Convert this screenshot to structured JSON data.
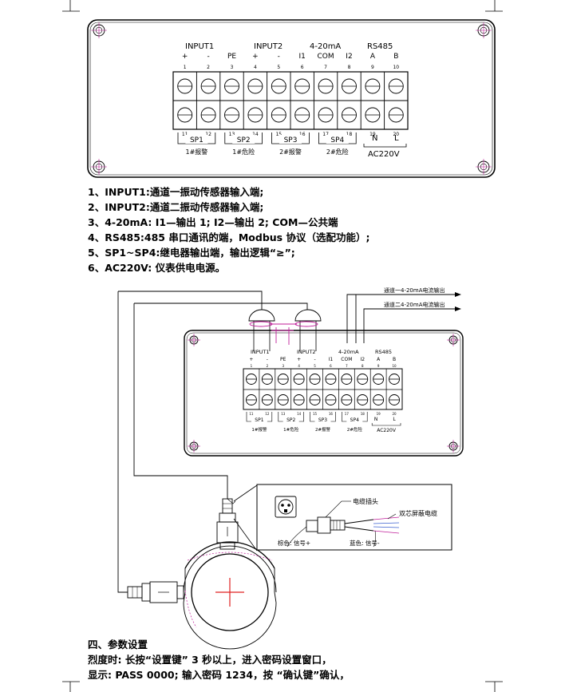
{
  "top_diagram": {
    "input1_label": "INPUT1",
    "input2_label": "INPUT2",
    "ma_label": "4-20mA",
    "rs485_label": "RS485",
    "top_signs": [
      "+",
      "-",
      "PE",
      "+",
      "-",
      "I1",
      "COM",
      "I2",
      "A",
      "B"
    ],
    "top_numbers": [
      "1",
      "2",
      "3",
      "4",
      "5",
      "6",
      "7",
      "8",
      "9",
      "10"
    ],
    "bottom_numbers": [
      "11",
      "12",
      "13",
      "14",
      "15",
      "16",
      "17",
      "18",
      "19",
      "20"
    ],
    "sp_labels": [
      "SP1",
      "SP2",
      "SP3",
      "SP4"
    ],
    "sp_descs": [
      "1#报警",
      "1#危险",
      "2#报警",
      "2#危险"
    ],
    "ac_n": "N",
    "ac_l": "L",
    "ac_label": "AC220V"
  },
  "notes": [
    "1、INPUT1:通道一振动传感器输入端;",
    "2、INPUT2:通道二振动传感器输入端;",
    "3、4-20mA: I1—输出 1; I2—输出 2; COM—公共端",
    "4、RS485:485 串口通讯的端，Modbus 协议（选配功能）;",
    "5、SP1~SP4:继电器输出端，输出逻辑“≥”;",
    "6、AC220V: 仪表供电电源。"
  ],
  "wiring": {
    "output1_text": "通道一4-20mA电流输出",
    "output2_text": "通道二4-20mA电流输出",
    "plug_label": "电缆插头",
    "cable_label": "双芯屏蔽电缆",
    "brown_label": "棕色: 信号+",
    "blue_label": "蓝色: 信号-"
  },
  "section": {
    "heading": "四、参数设置",
    "line1": "烈度时: 长按“设置键” 3 秒以上，进入密码设置窗口，",
    "line2": "显示: PASS 0000; 输入密码 1234，按 “确认键”确认，"
  }
}
